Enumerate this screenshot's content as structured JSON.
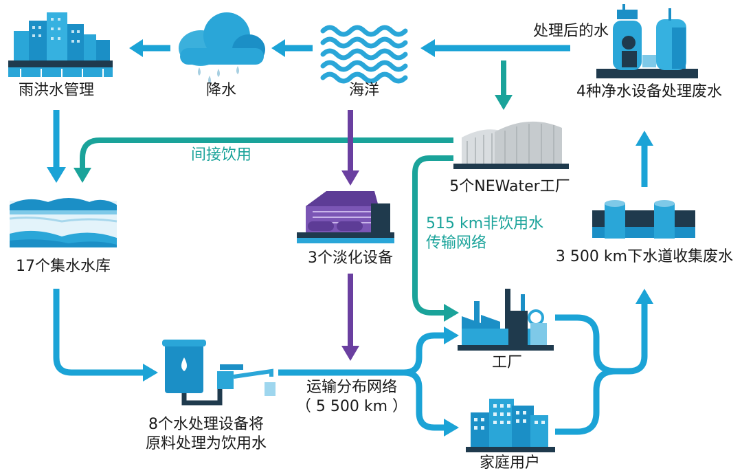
{
  "nodes": {
    "stormwater": "雨洪水管理",
    "rain": "降水",
    "ocean": "海洋",
    "treated_water": "处理后的水",
    "purification": "4种净水设备处理废水",
    "newater": "5个NEWater工厂",
    "indirect_use": "间接饮用",
    "reservoirs": "17个集水水库",
    "desal": "3个淡化设备",
    "nonpotable_line1": "515 km非饮用水",
    "nonpotable_line2": "传输网络",
    "sewer": "3 500 km下水道收集废水",
    "factory": "工厂",
    "households": "家庭用户",
    "treatment_line1": "8个水处理设备将",
    "treatment_line2": "原料处理为饮用水",
    "distribution_line1": "运输分布网络",
    "distribution_line2": "（ 5 500 km ）"
  },
  "colors": {
    "blue": "#1ba3d6",
    "teal": "#1aa39a",
    "purple": "#6a3fa0",
    "dark": "#1f3a4d"
  }
}
